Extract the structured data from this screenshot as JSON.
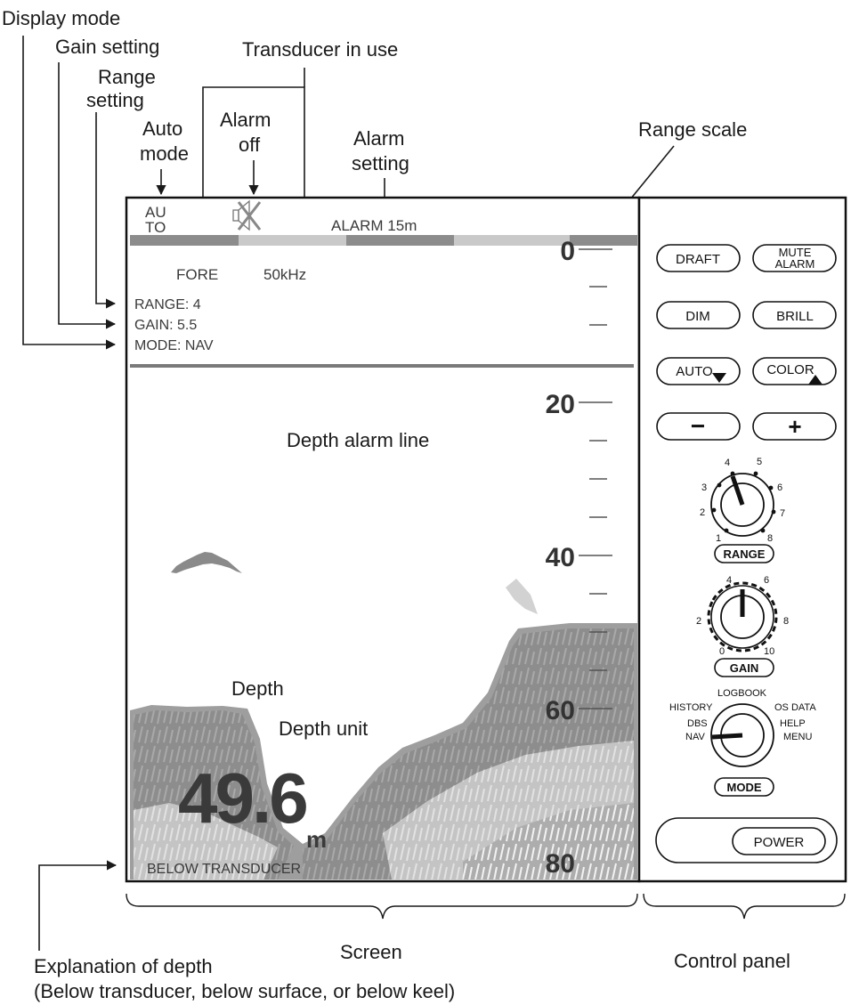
{
  "callouts": {
    "display_mode": "Display mode",
    "gain_setting": "Gain setting",
    "range_setting_1": "Range",
    "range_setting_2": "setting",
    "transducer_in_use": "Transducer in use",
    "auto_mode_1": "Auto",
    "auto_mode_2": "mode",
    "alarm_off_1": "Alarm",
    "alarm_off_2": "off",
    "alarm_setting_1": "Alarm",
    "alarm_setting_2": "setting",
    "range_scale": "Range scale",
    "depth_alarm_line": "Depth alarm line",
    "depth": "Depth",
    "depth_unit": "Depth unit",
    "screen": "Screen",
    "control_panel": "Control panel",
    "explanation_1": "Explanation of depth",
    "explanation_2": "(Below transducer, below surface, or below keel)"
  },
  "screen": {
    "auto_line1": "AU",
    "auto_line2": "TO",
    "alarm_setting": "ALARM 15m",
    "transducer": "FORE",
    "frequency": "50kHz",
    "range": "RANGE: 4",
    "gain": "GAIN: 5.5",
    "mode": "MODE: NAV",
    "depth_value": "49.6",
    "depth_unit": "m",
    "depth_reference": "BELOW TRANSDUCER",
    "scale": [
      "0",
      "20",
      "40",
      "60",
      "80"
    ]
  },
  "panel": {
    "draft": "DRAFT",
    "mute_1": "MUTE",
    "mute_2": "ALARM",
    "dim": "DIM",
    "brill": "BRILL",
    "auto": "AUTO",
    "color": "COLOR",
    "minus": "−",
    "plus": "+",
    "range_knob": "RANGE",
    "range_ticks": [
      "1",
      "2",
      "3",
      "4",
      "5",
      "6",
      "7",
      "8"
    ],
    "gain_knob": "GAIN",
    "gain_ticks": [
      "0",
      "2",
      "4",
      "6",
      "8",
      "10"
    ],
    "mode_knob": "MODE",
    "mode_positions": [
      "LOGBOOK",
      "HISTORY",
      "OS DATA",
      "DBS",
      "HELP",
      "NAV",
      "MENU"
    ],
    "power": "POWER"
  }
}
